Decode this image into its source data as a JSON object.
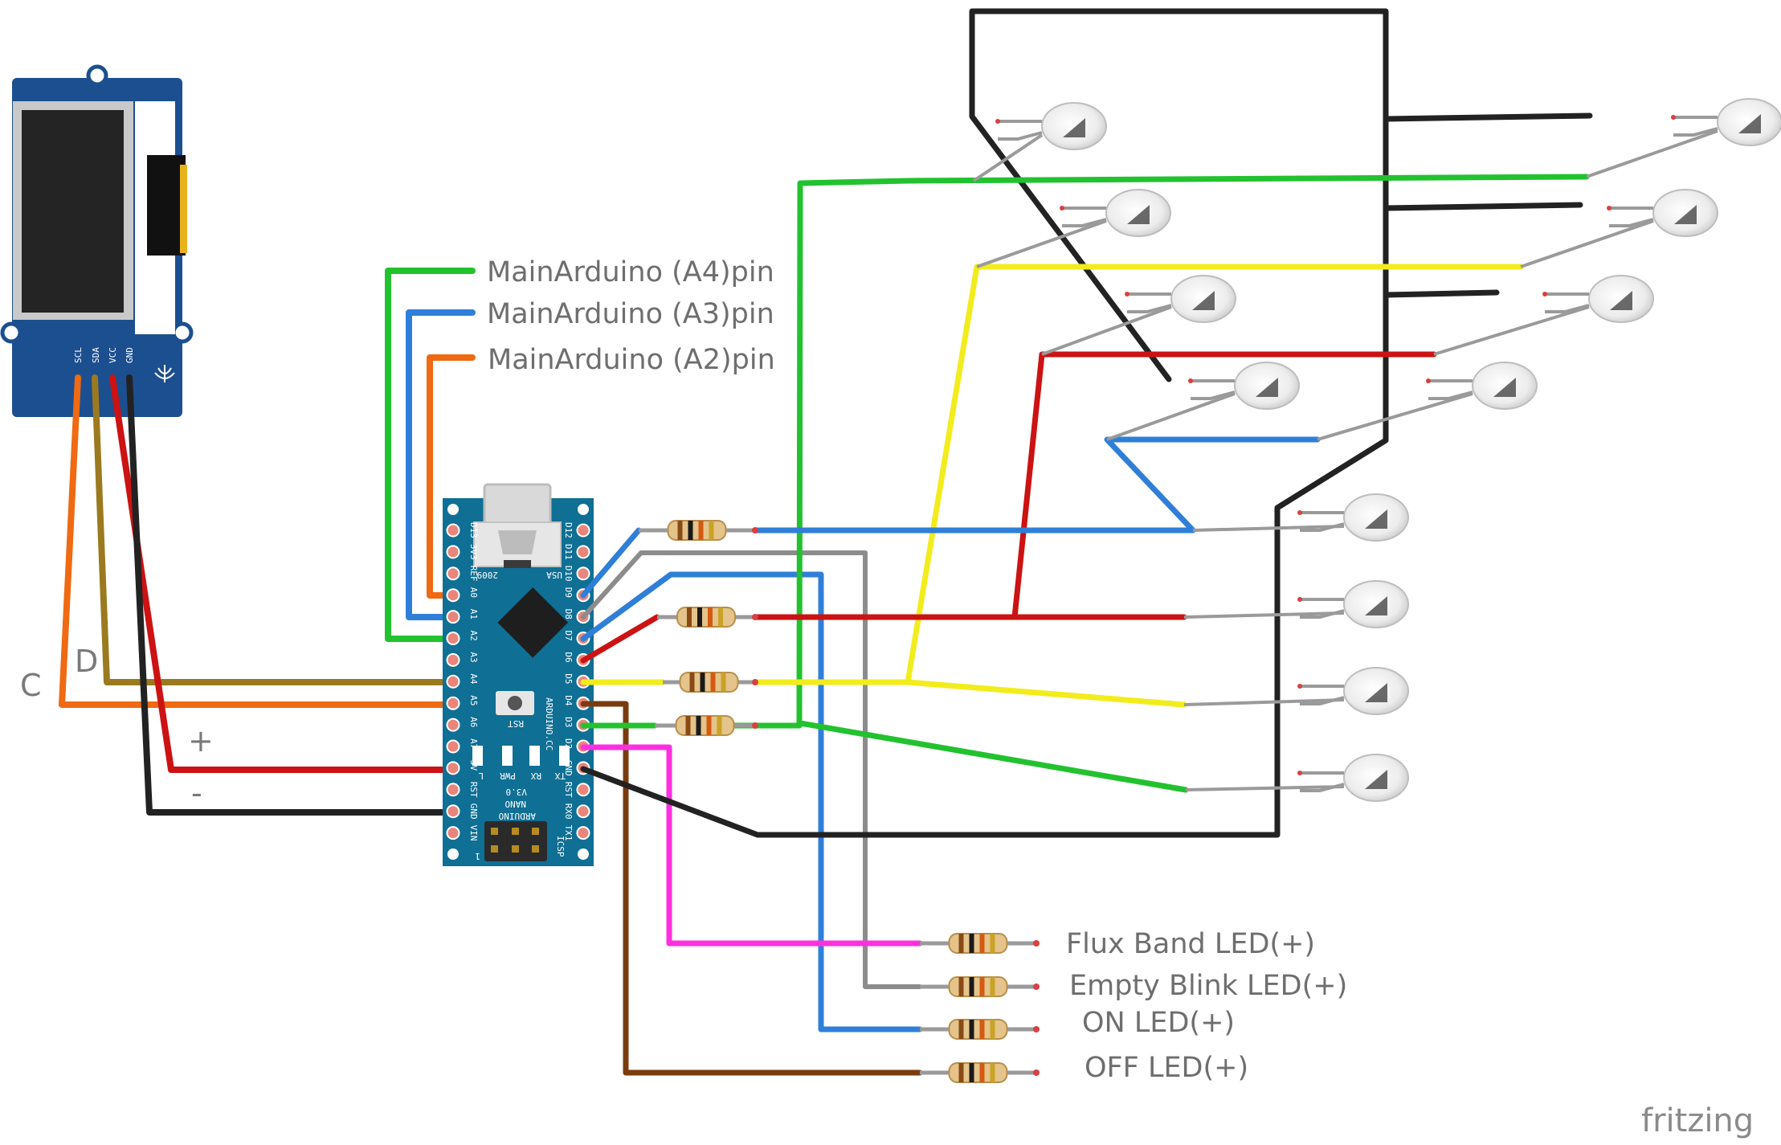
{
  "labels": {
    "a4": "MainArduino (A4)pin",
    "a3": "MainArduino (A3)pin",
    "a2": "MainArduino (A2)pin",
    "flux": "Flux Band LED(+)",
    "empty": "Empty Blink LED(+)",
    "on": "ON LED(+)",
    "off": "OFF LED(+)",
    "c": "C",
    "d": "D",
    "plus": "+",
    "minus": "-"
  },
  "oled": {
    "pins": [
      "SCL",
      "SDA",
      "VCC",
      "GND"
    ]
  },
  "arduino": {
    "left_pins": [
      "D13",
      "3V3",
      "REF",
      "A0",
      "A1",
      "A2",
      "A3",
      "A4",
      "A5",
      "A6",
      "A7",
      "5V",
      "RST",
      "GND",
      "VIN"
    ],
    "right_pins": [
      "D12",
      "D11",
      "D10",
      "D9",
      "D8",
      "D7",
      "D6",
      "D5",
      "D4",
      "D3",
      "D2",
      "GND",
      "RST",
      "RX0",
      "TX1"
    ],
    "text_usa": "USA",
    "text_2009": "2009",
    "text_rst": "RST",
    "text_brand": "ARDUINO.CC",
    "text_pwr": "PWR",
    "text_rx": "RX",
    "text_tx": "TX",
    "text_l": "L",
    "text_version": "V3.0",
    "text_nano": "NANO",
    "text_arduino": "ARDUINO",
    "text_icsp": "ICSP",
    "text_one": "1"
  },
  "brand": "fritzing",
  "colors": {
    "board": "#0f6f94",
    "green": "#22c22f",
    "blue": "#2f7fd8",
    "orange": "#ef6a12",
    "yellow": "#f2ec1c",
    "red": "#cc1212",
    "black": "#222222",
    "gray": "#8c8c8c",
    "magenta": "#ff2fe0",
    "brown": "#7a3b0e",
    "olive": "#9b7a1f"
  }
}
